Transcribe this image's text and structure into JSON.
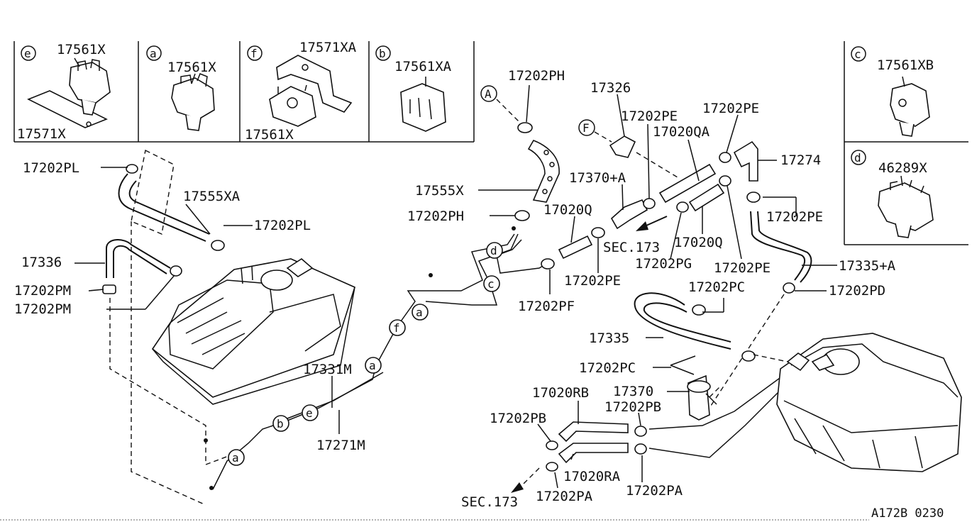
{
  "inset_boxes": [
    {
      "id": "e",
      "letter": "e",
      "labels": [
        "17561X",
        "17571X"
      ]
    },
    {
      "id": "a",
      "letter": "a",
      "labels": [
        "17561X"
      ]
    },
    {
      "id": "f",
      "letter": "f",
      "labels": [
        "17571XA",
        "17561X"
      ]
    },
    {
      "id": "b",
      "letter": "b",
      "labels": [
        "17561XA"
      ]
    },
    {
      "id": "c",
      "letter": "c",
      "labels": [
        "17561XB"
      ]
    },
    {
      "id": "d",
      "letter": "d",
      "labels": [
        "46289X"
      ]
    }
  ],
  "labels": {
    "p17202PL_a": "17202PL",
    "p17555XA": "17555XA",
    "p17202PL_b": "17202PL",
    "p17336": "17336",
    "p17202PM_a": "17202PM",
    "p17202PM_b": "17202PM",
    "p17202PH_a": "17202PH",
    "p17555X": "17555X",
    "p17202PH_b": "17202PH",
    "p17326": "17326",
    "p17202PE_a": "17202PE",
    "p17202PE_b": "17202PE",
    "p17020QA": "17020QA",
    "p17274": "17274",
    "p17370A": "17370+A",
    "p17020Q_a": "17020Q",
    "p17202PE_c": "17202PE",
    "pSEC173_a": "SEC.173",
    "p17020Q_b": "17020Q",
    "p17202PG": "17202PG",
    "p17202PE_d": "17202PE",
    "p17202PE_e": "17202PE",
    "p17335A": "17335+A",
    "p17202PF": "17202PF",
    "p17202PC_a": "17202PC",
    "p17202PD": "17202PD",
    "p17335": "17335",
    "p17202PC_b": "17202PC",
    "p17331M": "17331M",
    "p17271M": "17271M",
    "p17020RB": "17020RB",
    "p17370": "17370",
    "p17202PB_a": "17202PB",
    "p17202PB_b": "17202PB",
    "p17020RA": "17020RA",
    "p17202PA_a": "17202PA",
    "p17202PA_b": "17202PA",
    "pSEC173_b": "SEC.173"
  },
  "callouts": {
    "A1": "A",
    "F1": "F",
    "d1": "d",
    "c1": "c",
    "a1": "a",
    "f1": "f",
    "a2": "a",
    "e1": "e",
    "b1": "b",
    "a3": "a"
  },
  "reference_code": "A172B 0230"
}
